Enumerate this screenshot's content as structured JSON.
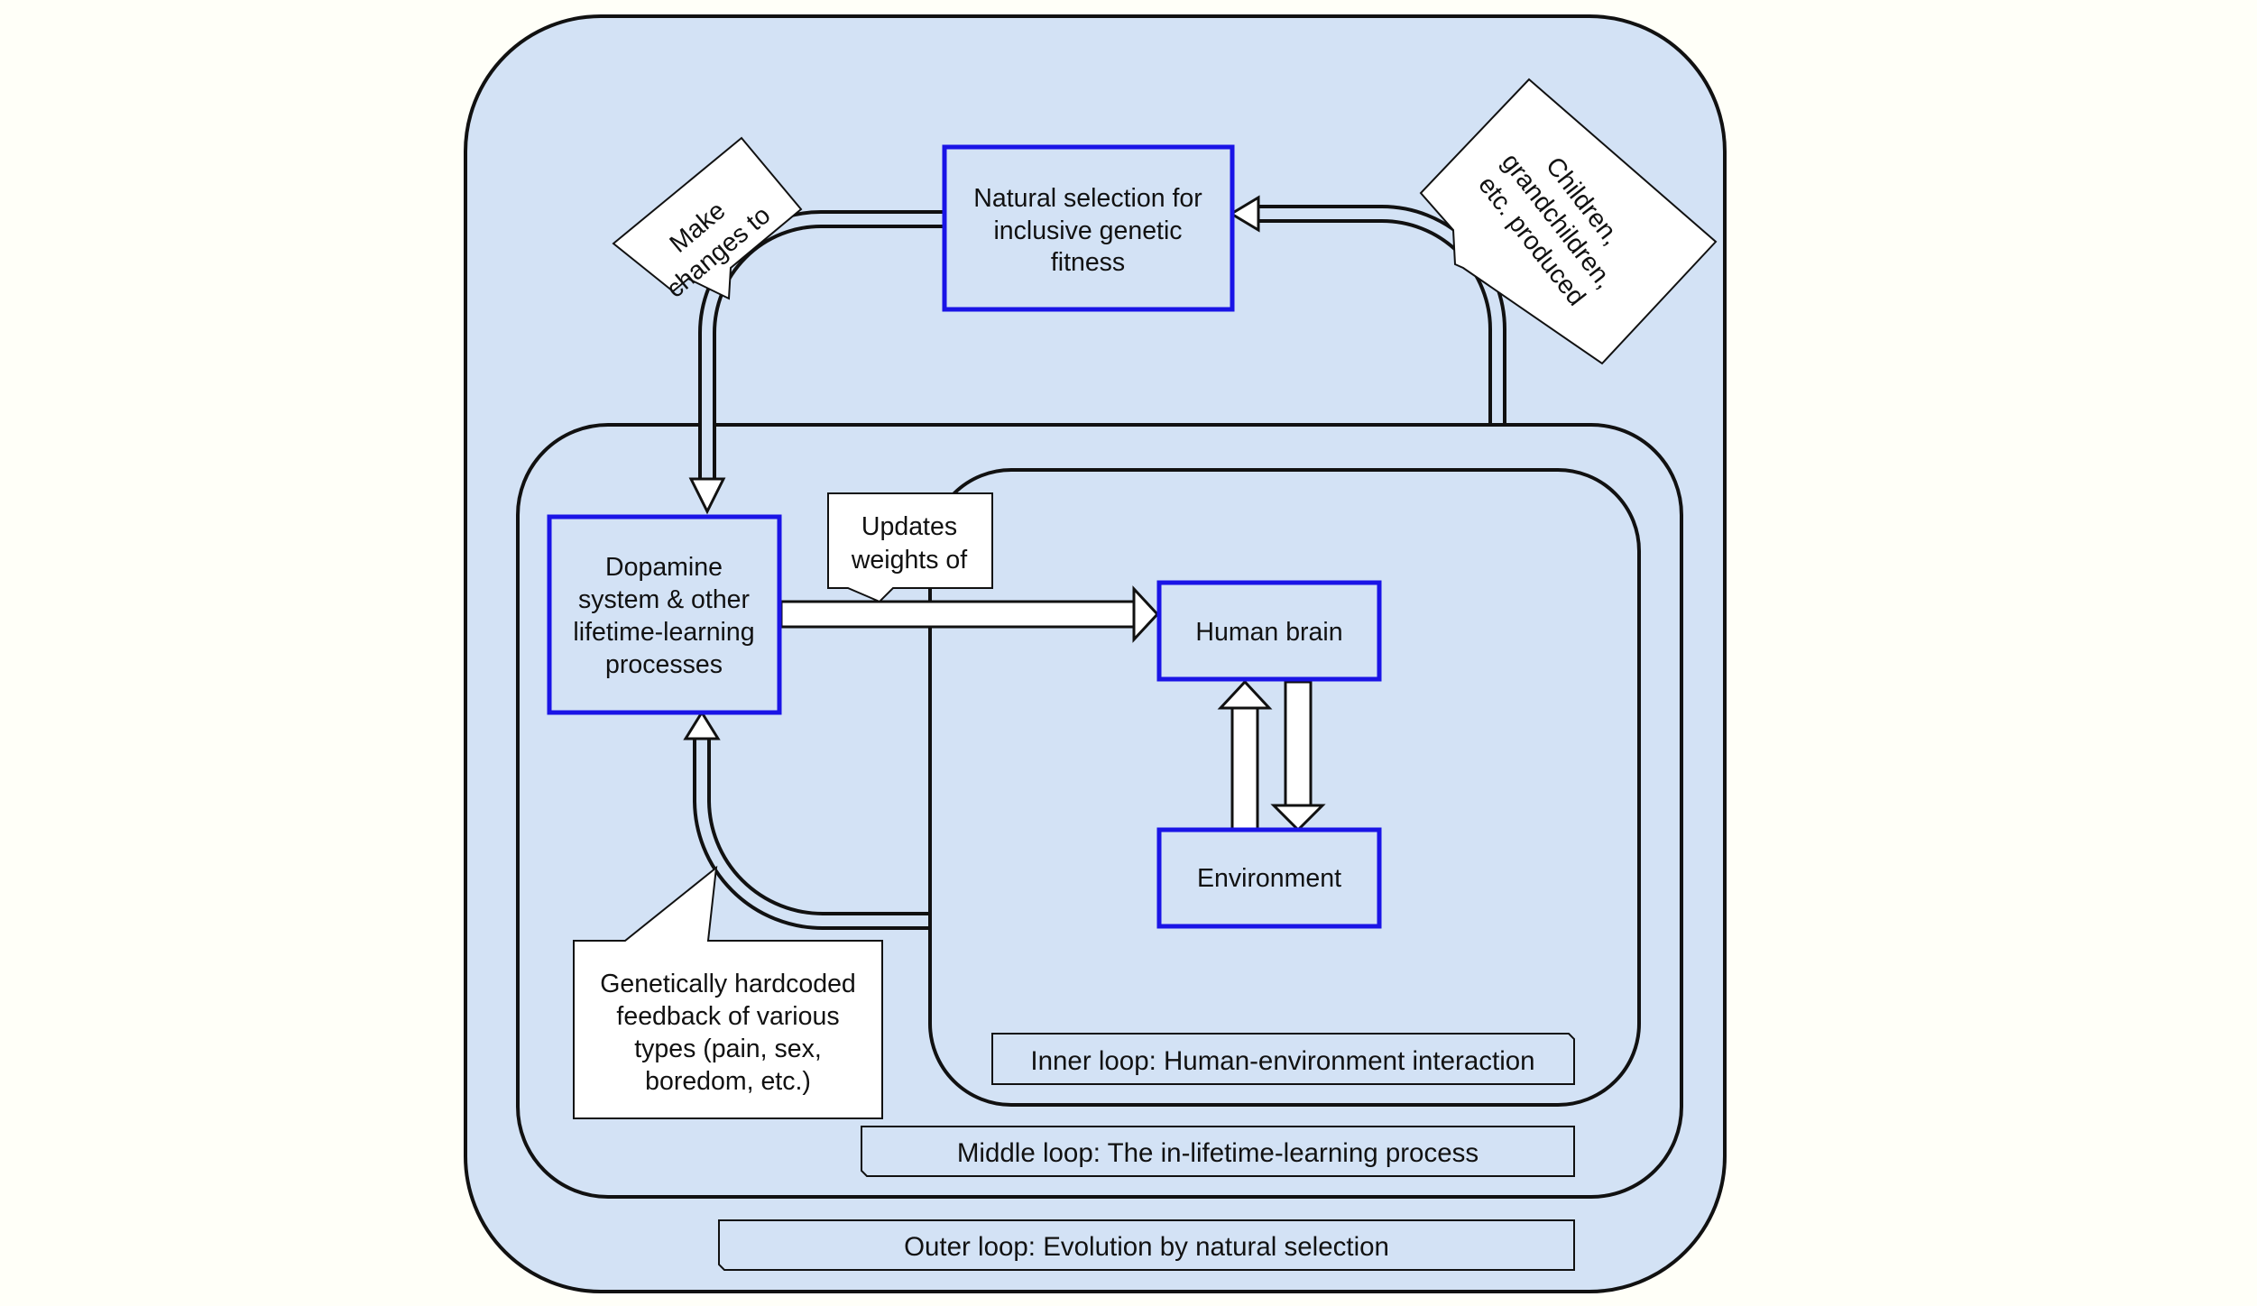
{
  "nodes": {
    "natural_selection": [
      "Natural selection for",
      "inclusive genetic",
      "fitness"
    ],
    "dopamine": [
      "Dopamine",
      "system & other",
      "lifetime-learning",
      "processes"
    ],
    "human_brain": [
      "Human brain"
    ],
    "environment": [
      "Environment"
    ]
  },
  "callouts": {
    "make_changes": [
      "Make",
      "changes to"
    ],
    "children": [
      "Children,",
      "grandchildren,",
      "etc. produced"
    ],
    "updates_weights": [
      "Updates",
      "weights of"
    ],
    "genetic_feedback": [
      "Genetically hardcoded",
      "feedback of various",
      "types (pain, sex,",
      "boredom, etc.)"
    ]
  },
  "loop_labels": {
    "inner": "Inner loop: Human-environment interaction",
    "middle": "Middle loop: The in-lifetime-learning process",
    "outer": "Outer loop: Evolution by natural selection"
  },
  "colors": {
    "background": "#fffff8",
    "loop_fill": "#d3e2f5",
    "node_border": "#1a14e6",
    "callout_fill": "#ffffff",
    "stroke": "#111111"
  }
}
